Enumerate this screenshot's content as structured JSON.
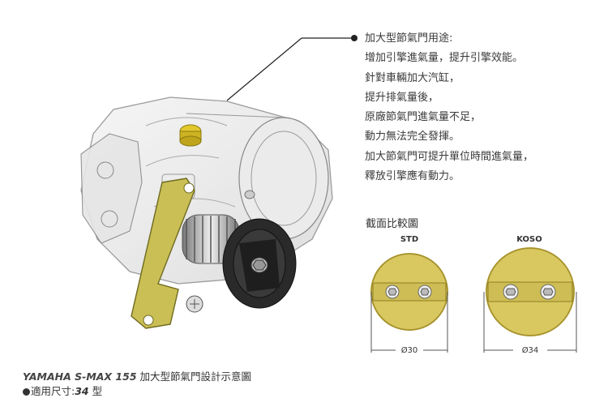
{
  "description": {
    "lines": [
      "加大型節氣門用途:",
      "增加引擎進氣量，提升引擎效能。",
      "針對車輛加大汽缸，",
      "提升排氣量後，",
      "原廠節氣門進氣量不足，",
      "動力無法完全發揮。",
      "加大節氣門可提升單位時間進氣量，",
      "釋放引擎應有動力。"
    ]
  },
  "comparison": {
    "title": "截面比較圖",
    "std": {
      "label": "STD",
      "diameter": "Ø30"
    },
    "koso": {
      "label": "KOSO",
      "diameter": "Ø34"
    }
  },
  "caption": {
    "model": "YAMAHA S-MAX 155",
    "title": " 加大型節氣門設計示意圖",
    "size_prefix": "適用尺寸:",
    "size_value": "34",
    "size_suffix": " 型"
  },
  "colors": {
    "disc_fill": "#d9c860",
    "disc_edge": "#b7a23a",
    "bracket": "#c9bf55",
    "text": "#333333"
  }
}
